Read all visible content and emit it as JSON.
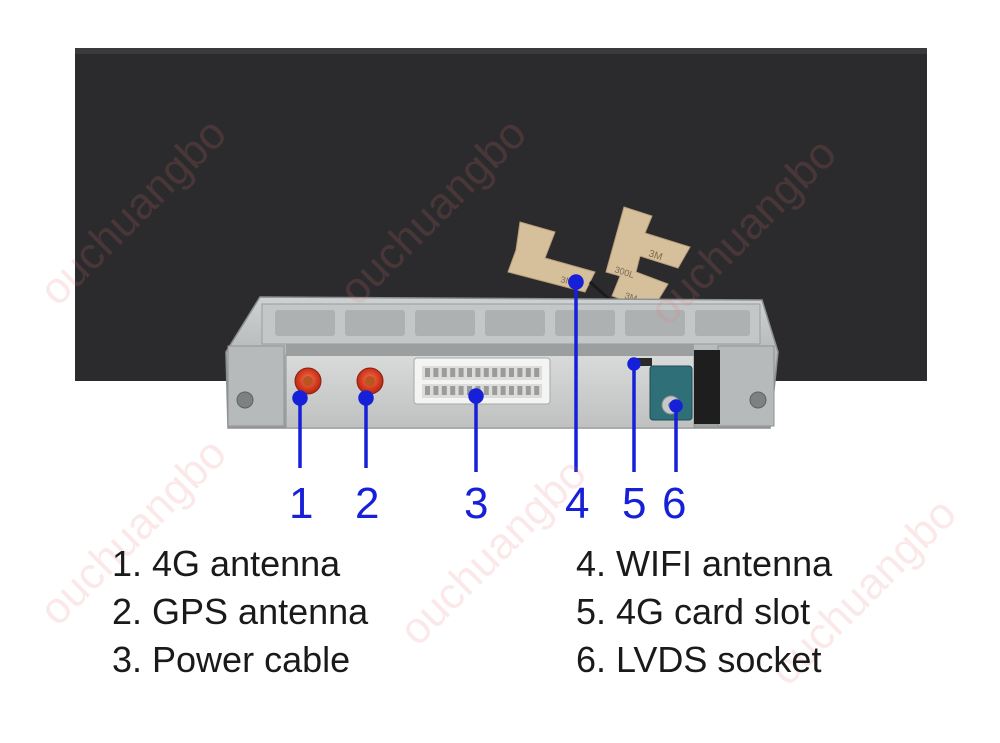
{
  "watermark": "ouchuangbo",
  "callouts": [
    {
      "number": "1"
    },
    {
      "number": "2"
    },
    {
      "number": "3"
    },
    {
      "number": "4"
    },
    {
      "number": "5"
    },
    {
      "number": "6"
    }
  ],
  "legend": [
    {
      "text": "1. 4G antenna"
    },
    {
      "text": "2. GPS antenna"
    },
    {
      "text": "3. Power cable"
    },
    {
      "text": "4. WIFI antenna"
    },
    {
      "text": "5. 4G card slot"
    },
    {
      "text": "6. LVDS socket"
    }
  ],
  "tape_labels": [
    "3M",
    "3M",
    "3M"
  ],
  "colors": {
    "callout": "#1520d8",
    "screen": "#2a2a2c",
    "chassis": "#b9bcbd",
    "sma_connector": "#d63a1e",
    "lvds_connector": "#2f6f78",
    "tape": "#d8c2a0"
  }
}
